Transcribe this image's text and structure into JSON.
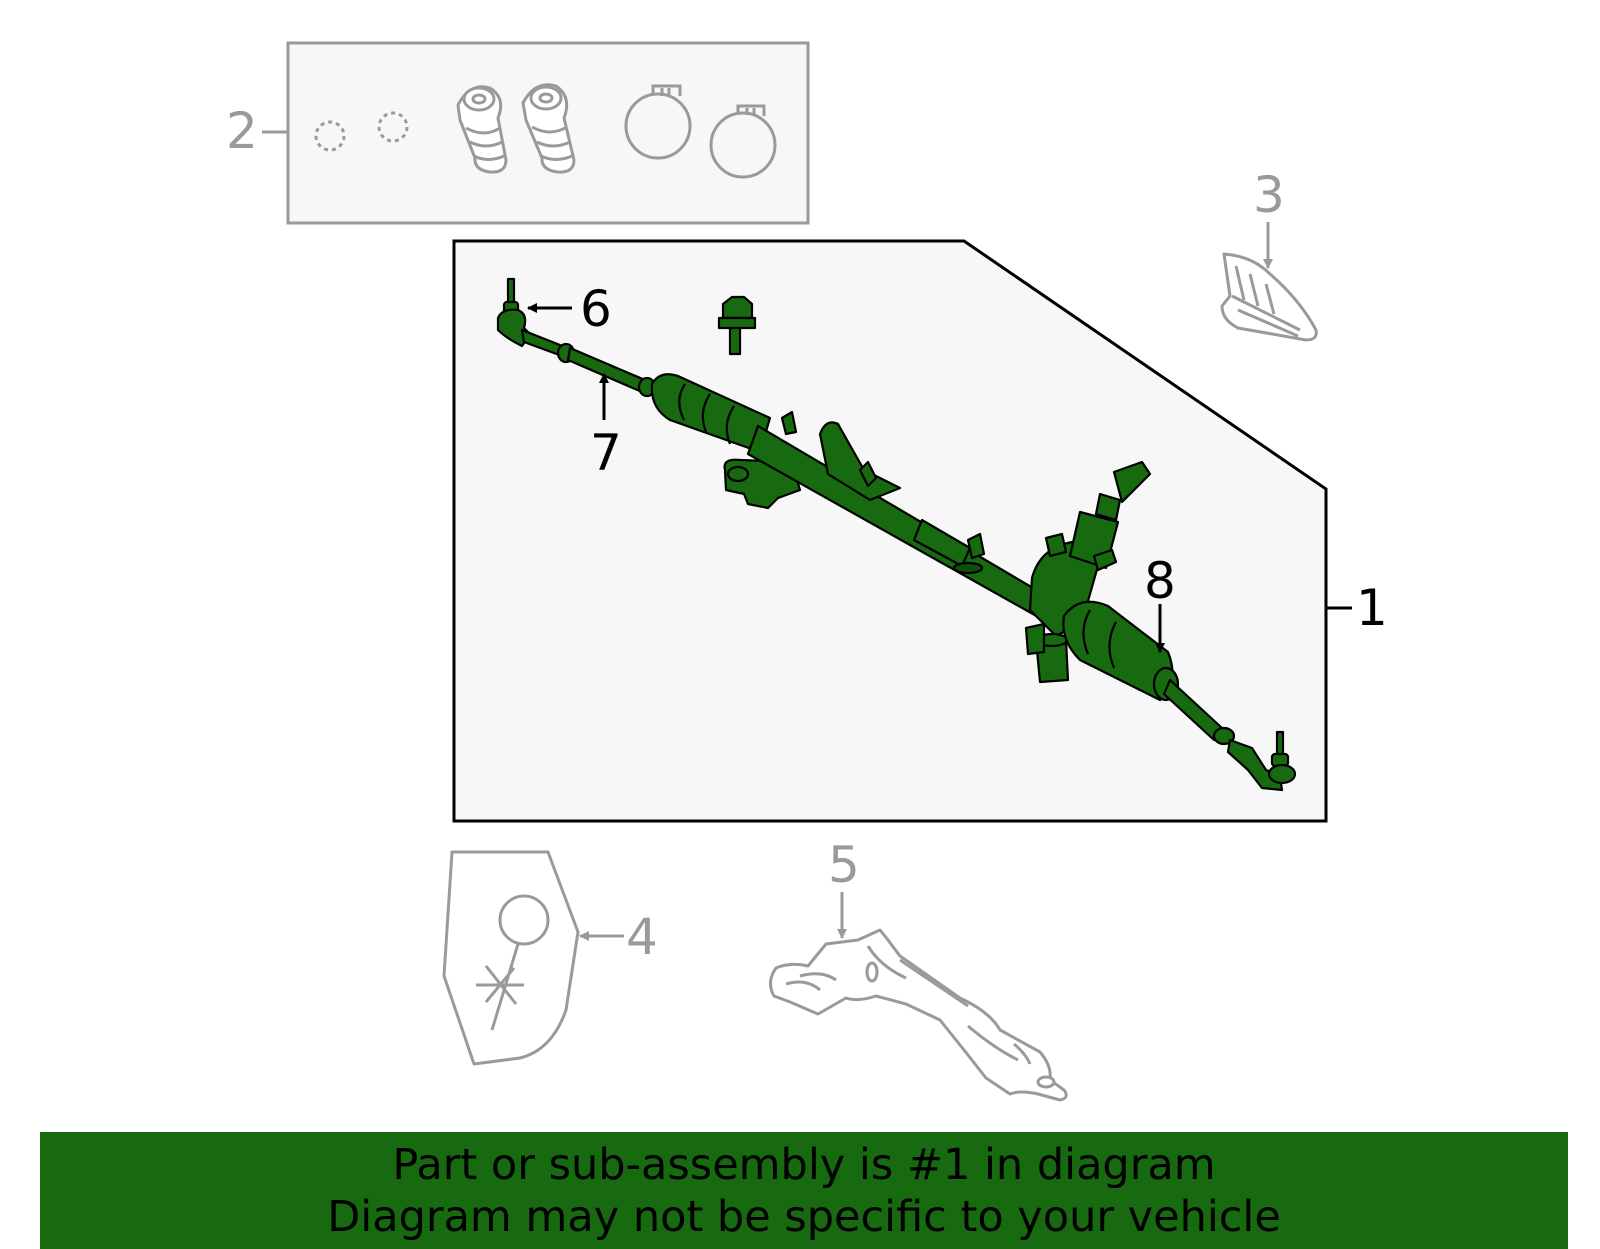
{
  "callouts": {
    "c1": "1",
    "c2": "2",
    "c3": "3",
    "c4": "4",
    "c5": "5",
    "c6": "6",
    "c7": "7",
    "c8": "8"
  },
  "banner": {
    "line1": "Part or sub-assembly is #1 in diagram",
    "line2": "Diagram may not be specific to your vehicle"
  },
  "colors": {
    "part_green": "#176a10",
    "ghost_gray": "#9a9a9a",
    "panel_fill": "#f7f7f7",
    "banner_bg": "#176a10"
  }
}
